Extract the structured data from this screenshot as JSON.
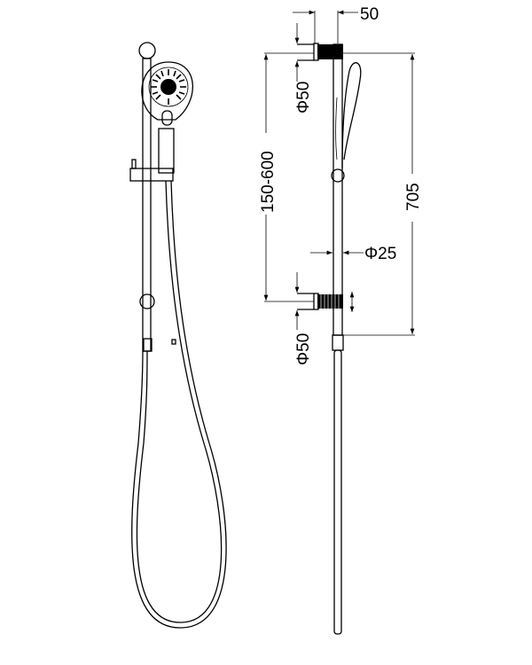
{
  "drawing": {
    "dimensions": {
      "bracket_projection": "50",
      "bracket_diameter_top": "Φ50",
      "bracket_diameter_bottom": "Φ50",
      "rail_diameter": "Φ25",
      "bracket_spacing": "150-600",
      "overall_height": "705"
    },
    "colors": {
      "line": "#000000",
      "background": "#ffffff"
    }
  }
}
